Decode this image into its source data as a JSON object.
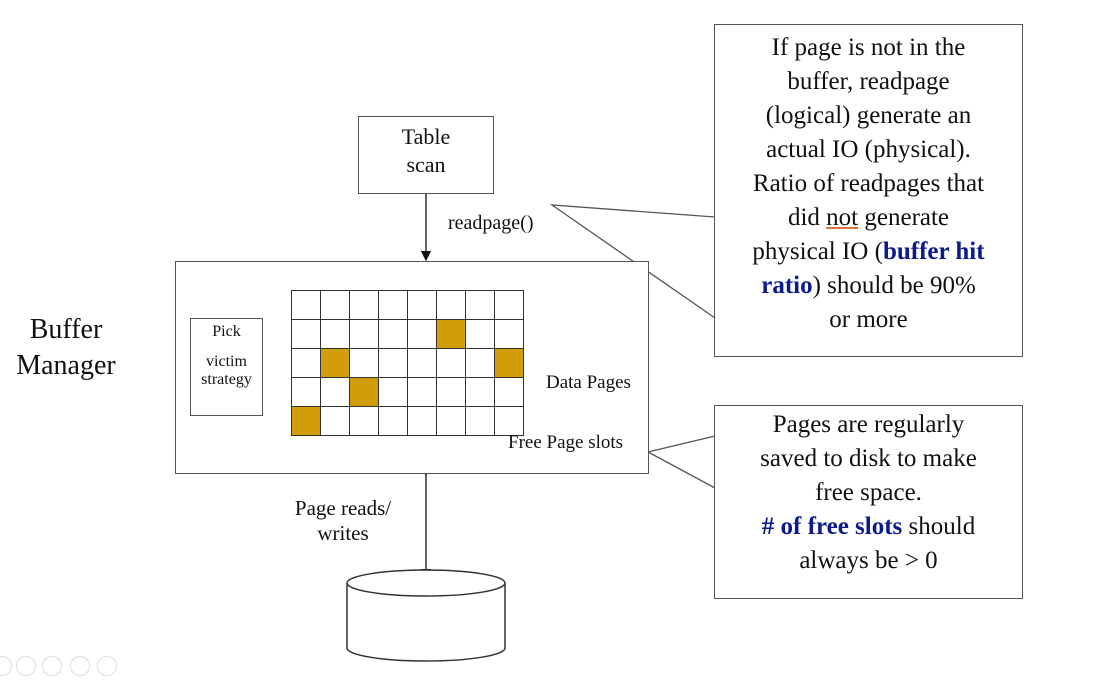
{
  "title": "Buffer Manager",
  "table_scan": {
    "line1": "Table",
    "line2": "scan"
  },
  "readpage_label": "readpage()",
  "pick_box": {
    "line1": "Pick",
    "line2": "victim",
    "line3": "strategy"
  },
  "grid": {
    "rows": 5,
    "cols": 8,
    "filled_cells": [
      [
        1,
        5
      ],
      [
        2,
        1
      ],
      [
        2,
        7
      ],
      [
        3,
        2
      ],
      [
        4,
        0
      ]
    ],
    "fill_color": "#d19e0b"
  },
  "data_pages_label": "Data Pages",
  "free_slots_label": "Free Page slots",
  "page_rw": {
    "line1": "Page reads/",
    "line2": "writes"
  },
  "callout_top": {
    "l1": "If page is not in the",
    "l2": "buffer, readpage",
    "l3": "(logical) generate an",
    "l4": "actual IO (physical).",
    "l5": "Ratio of readpages that",
    "l6a": "did ",
    "l6b": "not",
    "l6c": " generate",
    "l7a": "physical IO (",
    "l7b": "buffer hit",
    "l8a": "ratio",
    "l8b": ") should be 90%",
    "l9": "or more"
  },
  "callout_bottom": {
    "l1": "Pages are regularly",
    "l2": "saved to disk to make",
    "l3": "free space.",
    "l4a": "# of free slots",
    "l4b": " should",
    "l5": "always be > 0"
  },
  "colors": {
    "highlight": "#0d1a8c",
    "page_fill": "#d19e0b"
  }
}
